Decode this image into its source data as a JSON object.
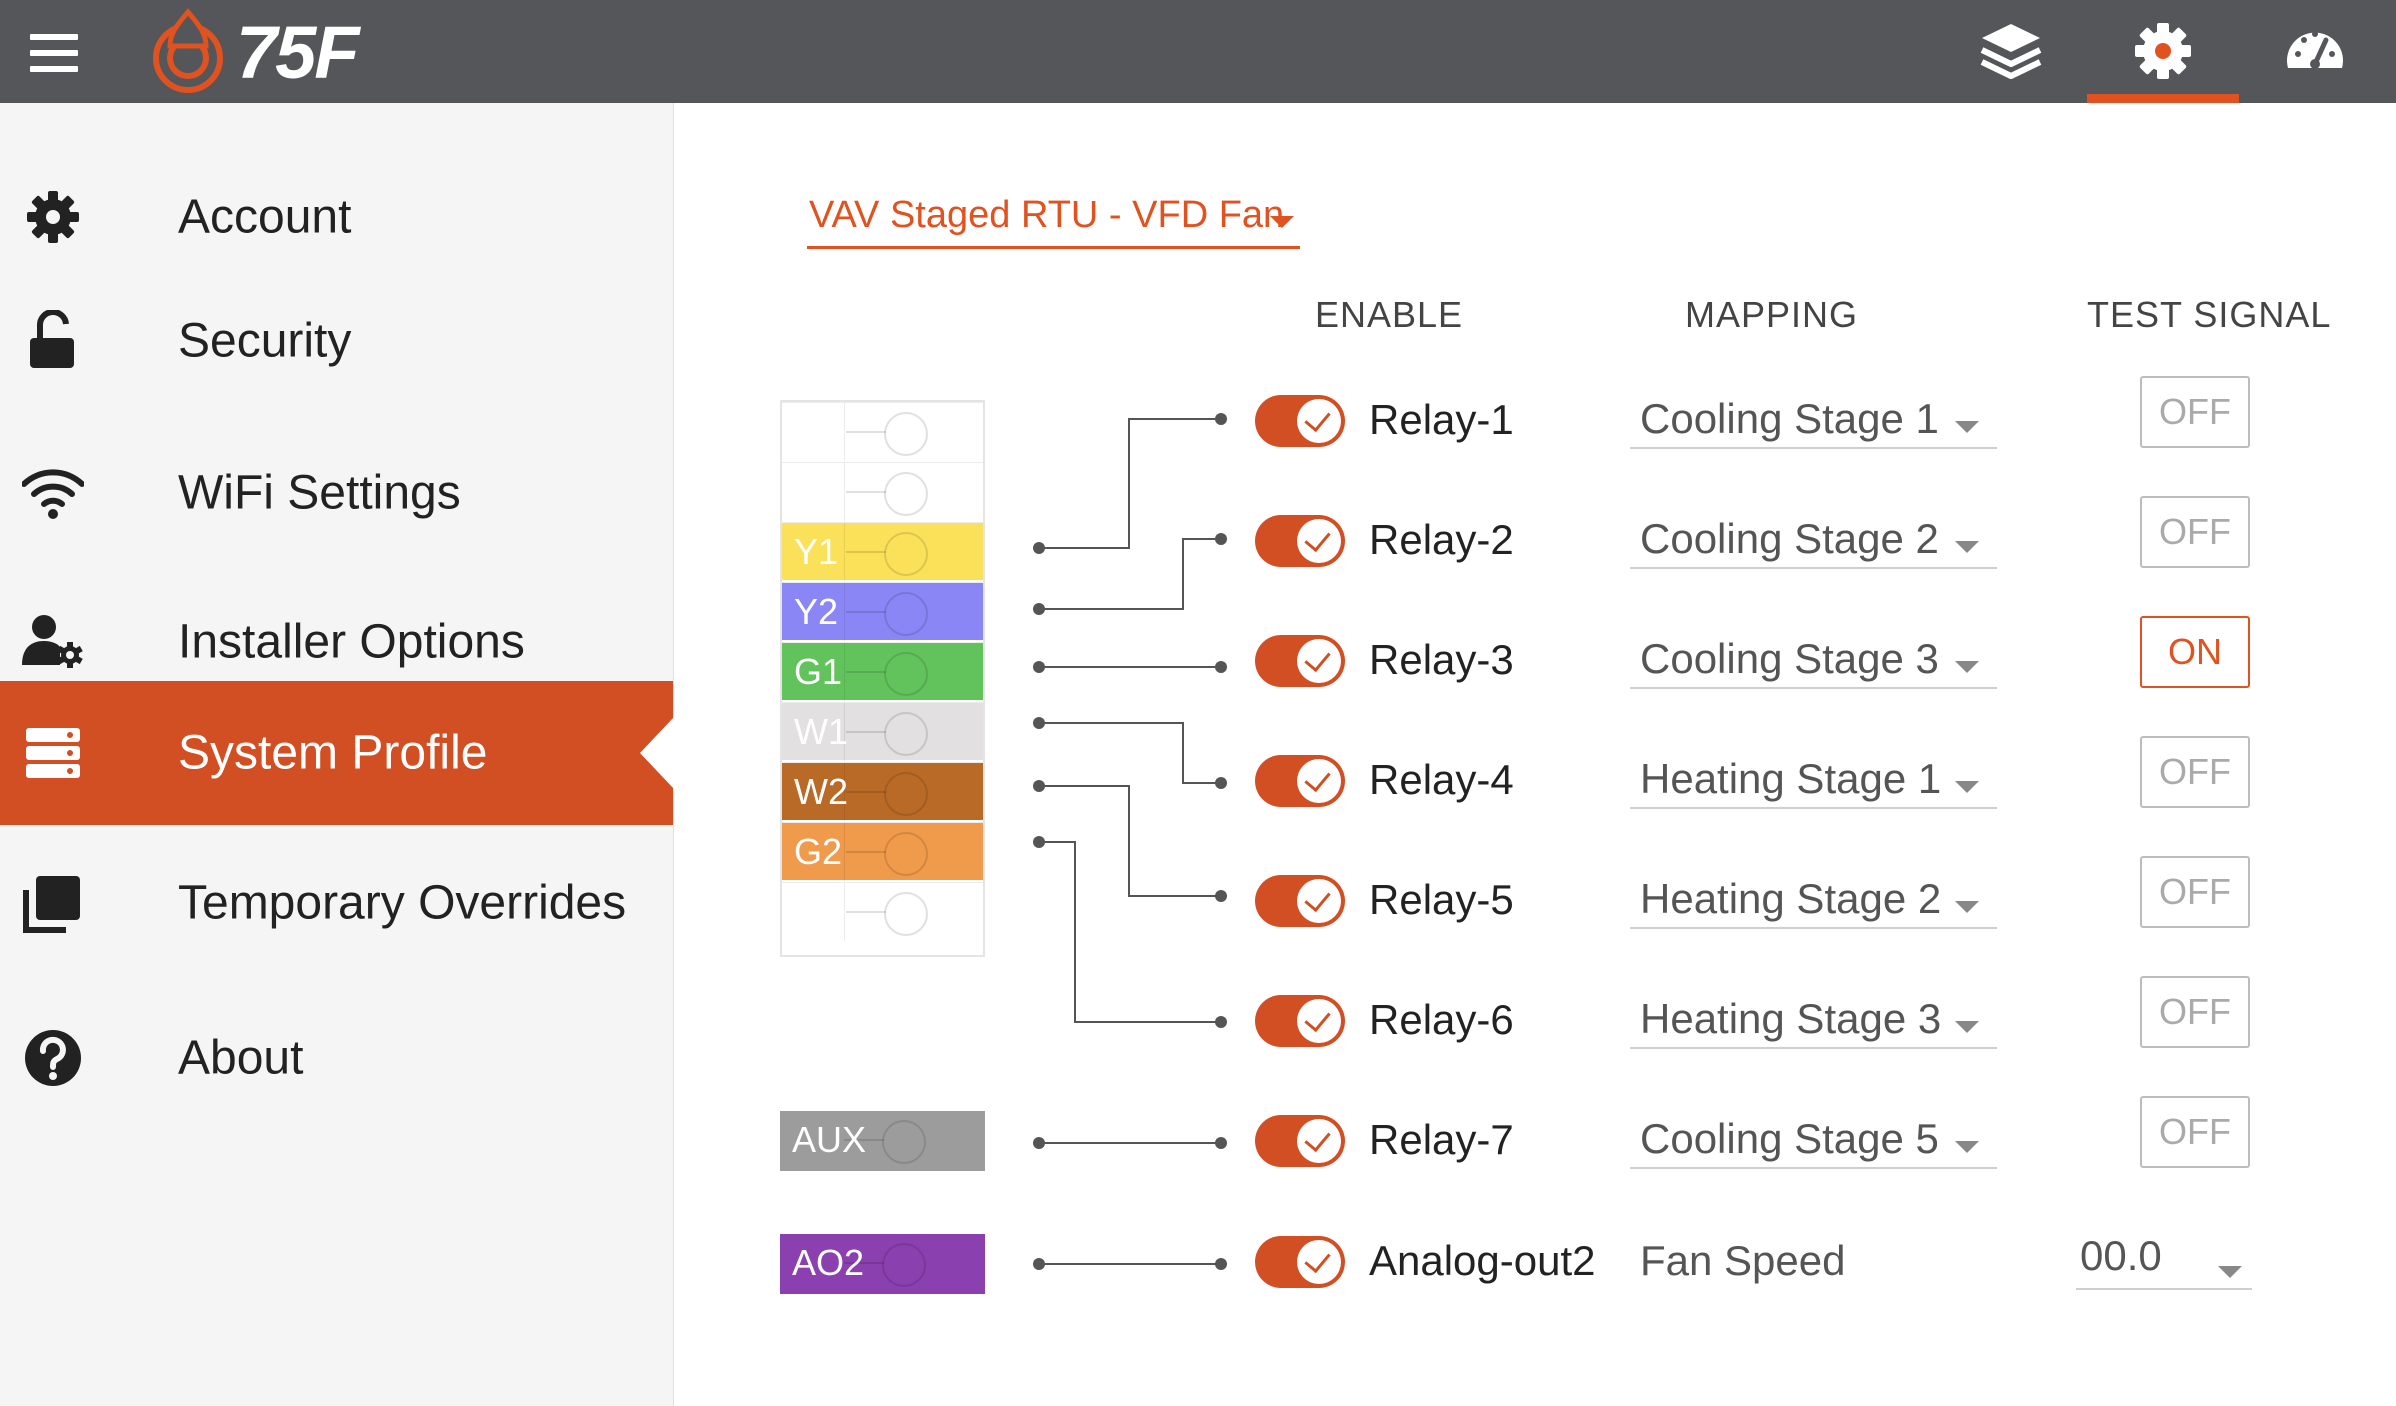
{
  "header": {
    "logo_text": "75F",
    "colors": {
      "bar": "#54565a",
      "accent": "#e0521f"
    },
    "icons": [
      "menu-icon",
      "layers-icon",
      "gear-icon",
      "dashboard-icon"
    ],
    "active_icon": "gear-icon"
  },
  "sidebar": {
    "active_color": "#d24e23",
    "items": [
      {
        "label": "Account",
        "icon": "gear-icon"
      },
      {
        "label": "Security",
        "icon": "unlock-icon"
      },
      {
        "label": "WiFi Settings",
        "icon": "wifi-icon"
      },
      {
        "label": "Installer Options",
        "icon": "user-gear-icon"
      },
      {
        "label": "System Profile",
        "icon": "server-icon",
        "active": true
      },
      {
        "label": "Temporary Overrides",
        "icon": "stack-icon"
      },
      {
        "label": "About",
        "icon": "help-icon"
      }
    ]
  },
  "profile": {
    "selected": "VAV Staged RTU - VFD Fan"
  },
  "columns": {
    "enable": "ENABLE",
    "mapping": "MAPPING",
    "test_signal": "TEST SIGNAL"
  },
  "terminal": {
    "labels": [
      "",
      "",
      "Y1",
      "Y2",
      "G1",
      "W1",
      "W2",
      "G2",
      ""
    ],
    "colors": [
      "#ffffff",
      "#ffffff",
      "#fbe15a",
      "#8a86f5",
      "#62c35c",
      "#e2e0e0",
      "#b96a27",
      "#f09a4b",
      "#ffffff"
    ]
  },
  "aux_terminals": [
    {
      "label": "AUX",
      "color": "#9c9c9c"
    },
    {
      "label": "AO2",
      "color": "#8a40ae"
    }
  ],
  "relays": [
    {
      "name": "Relay-1",
      "enabled": true,
      "mapping": "Cooling Stage 1",
      "test": "OFF"
    },
    {
      "name": "Relay-2",
      "enabled": true,
      "mapping": "Cooling Stage 2",
      "test": "OFF"
    },
    {
      "name": "Relay-3",
      "enabled": true,
      "mapping": "Cooling Stage 3",
      "test": "ON"
    },
    {
      "name": "Relay-4",
      "enabled": true,
      "mapping": "Heating Stage 1",
      "test": "OFF"
    },
    {
      "name": "Relay-5",
      "enabled": true,
      "mapping": "Heating Stage 2",
      "test": "OFF"
    },
    {
      "name": "Relay-6",
      "enabled": true,
      "mapping": "Heating Stage 3",
      "test": "OFF"
    },
    {
      "name": "Relay-7",
      "enabled": true,
      "mapping": "Cooling Stage 5",
      "test": "OFF"
    }
  ],
  "analog_out": {
    "name": "Analog-out2",
    "enabled": true,
    "mapping": "Fan Speed",
    "value": "00.0"
  }
}
